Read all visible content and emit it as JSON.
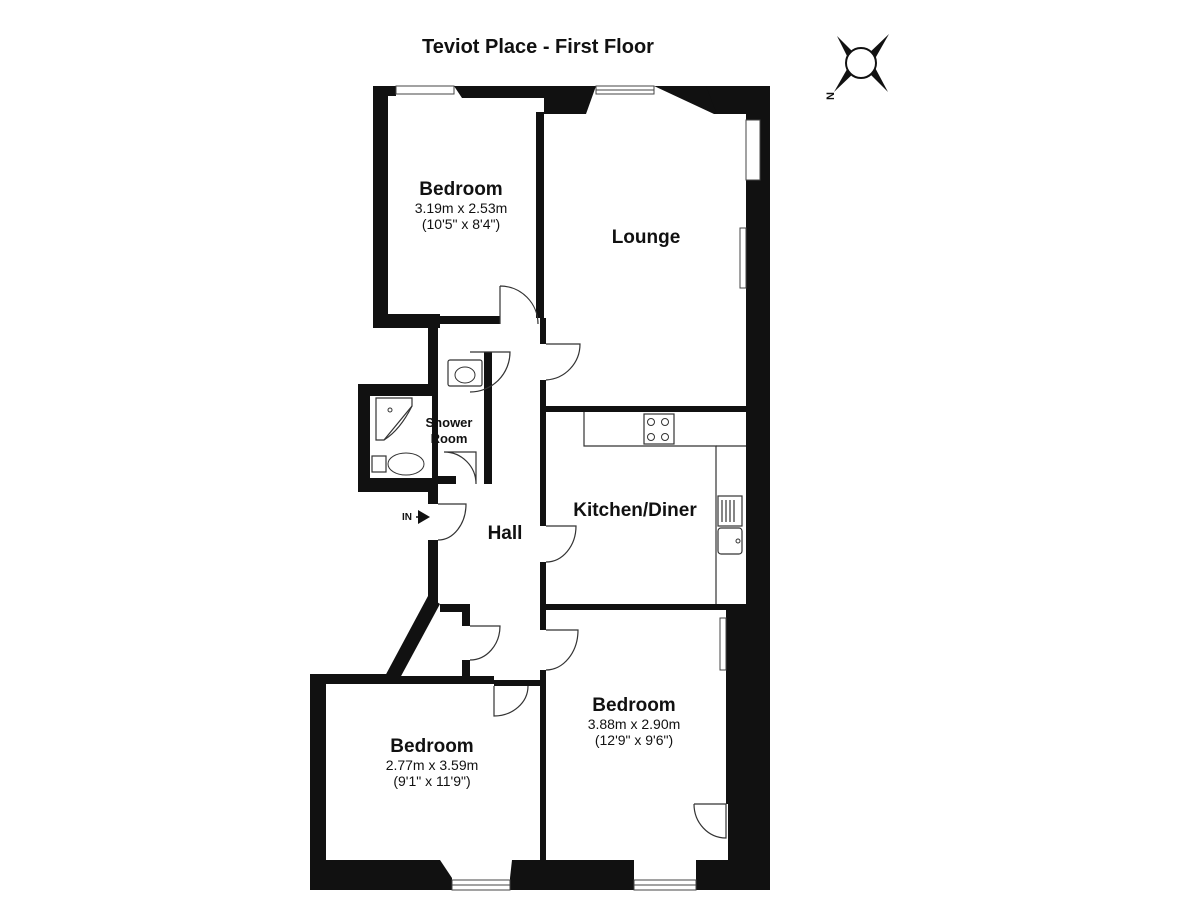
{
  "title": "Teviot Place - First Floor",
  "compass": {
    "label": "N",
    "icon": "north-compass-icon"
  },
  "entrance": {
    "label": "IN",
    "icon": "entrance-arrow-icon"
  },
  "rooms": {
    "bedroom_top": {
      "name": "Bedroom",
      "metric": "3.19m x 2.53m",
      "imperial": "(10'5\" x 8'4\")"
    },
    "lounge": {
      "name": "Lounge"
    },
    "shower_room": {
      "name_line1": "Shower",
      "name_line2": "Room"
    },
    "hall": {
      "name": "Hall"
    },
    "kitchen": {
      "name": "Kitchen/Diner"
    },
    "bedroom_left": {
      "name": "Bedroom",
      "metric": "2.77m x 3.59m",
      "imperial": "(9'1\" x 11'9\")"
    },
    "bedroom_right": {
      "name": "Bedroom",
      "metric": "3.88m x 2.90m",
      "imperial": "(12'9\" x 9'6\")"
    }
  },
  "colors": {
    "wall": "#111111",
    "background": "#ffffff",
    "line": "#333333"
  }
}
